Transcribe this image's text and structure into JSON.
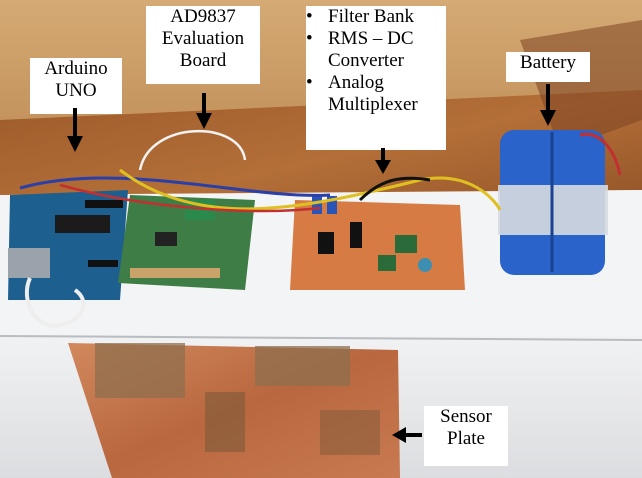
{
  "labels": {
    "arduino": [
      "Arduino",
      "UNO"
    ],
    "ad9837": [
      "AD9837",
      "Evaluation",
      "Board"
    ],
    "battery": [
      "Battery"
    ],
    "sensor": [
      "Sensor",
      "Plate"
    ]
  },
  "bullets": [
    {
      "marker": "•",
      "lines": [
        "Filter Bank"
      ]
    },
    {
      "marker": "•",
      "lines": [
        "RMS – DC",
        "Converter"
      ]
    },
    {
      "marker": "•",
      "lines": [
        "Analog",
        "Multiplexer"
      ]
    }
  ],
  "colors": {
    "wall": "#c79a66",
    "table_wood": "#a8632e",
    "paper": "#f4f5f6",
    "panel": "#e9eaec",
    "copper": "#c7744a",
    "pcb_green": "#2f6a3a",
    "perfboard": "#d77b45",
    "battery_blue": "#2a63c9",
    "arduino_blue": "#1d5f8f"
  }
}
